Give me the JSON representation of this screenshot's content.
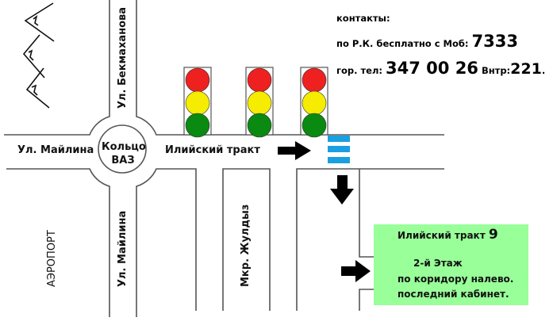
{
  "contacts": {
    "heading": "контакты:",
    "mobile_prefix": "по Р.К. бесплатно с Моб:",
    "mobile_number": "7333",
    "city_prefix": "гор. тел:",
    "city_number": "347 00 26",
    "ext_prefix": "Внтр:",
    "ext_number": "221",
    "ext_suffix": "."
  },
  "streets": {
    "bekmakhanova": "Ул. Бекмаханова",
    "mailina_left": "Ул. Майлина",
    "mailina_bottom": "Ул. Майлина",
    "iliysky": "Илийский тракт",
    "ring_line1": "Кольцо",
    "ring_line2": "ВАЗ",
    "airport": "АЭРОПОРТ",
    "zhuldyz": "Мкр. Жулдыз"
  },
  "destination": {
    "address": "Илийский тракт",
    "number": "9",
    "floor": "2-й Этаж",
    "line2": "по коридору налево.",
    "line3": "последний кабинет."
  },
  "colors": {
    "red": "#ee2020",
    "yellow": "#f5ec00",
    "green": "#0a8a10",
    "crosswalk": "#1aa0e0",
    "box": "#99ff99"
  }
}
